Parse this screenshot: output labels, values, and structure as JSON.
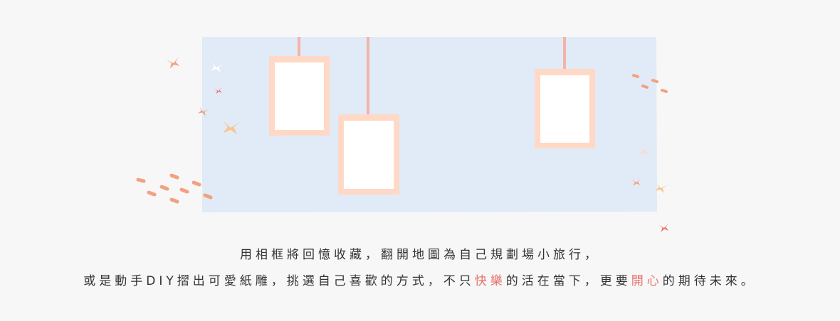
{
  "caption": {
    "line1": "用相框將回憶收藏，翻開地圖為自己規劃場小旅行，",
    "line2": [
      {
        "text": "或是動手DIY摺出可愛紙雕，挑選自己喜歡的方式，不只",
        "highlight": false
      },
      {
        "text": "快樂",
        "highlight": true
      },
      {
        "text": "的活在當下，更要",
        "highlight": false
      },
      {
        "text": "開心",
        "highlight": true
      },
      {
        "text": "的期待未來。",
        "highlight": false
      }
    ]
  },
  "colors": {
    "page_background": "#f7f7f7",
    "panel": "#e1eaf7",
    "frame_border": "#ffd9c6",
    "frame_inner": "#ffffff",
    "string": "#f5b3a8",
    "text": "#333333",
    "highlight": "#e8716b",
    "dash": "#f3a17e"
  },
  "frames": [
    {
      "name": "frame-left"
    },
    {
      "name": "frame-middle"
    },
    {
      "name": "frame-right"
    }
  ],
  "birds": [
    {
      "name": "bird-icon",
      "color": "#f3a17e"
    },
    {
      "name": "bird-icon",
      "color": "#ffffff"
    },
    {
      "name": "bird-icon",
      "color": "#f0776f"
    },
    {
      "name": "bird-icon",
      "color": "#f3a17e"
    },
    {
      "name": "bird-icon",
      "color": "#f8c58e"
    },
    {
      "name": "bird-icon",
      "color": "#ffd9c6"
    },
    {
      "name": "bird-icon",
      "color": "#f3a17e"
    },
    {
      "name": "bird-icon",
      "color": "#f8c58e"
    },
    {
      "name": "bird-icon",
      "color": "#f0776f"
    }
  ]
}
